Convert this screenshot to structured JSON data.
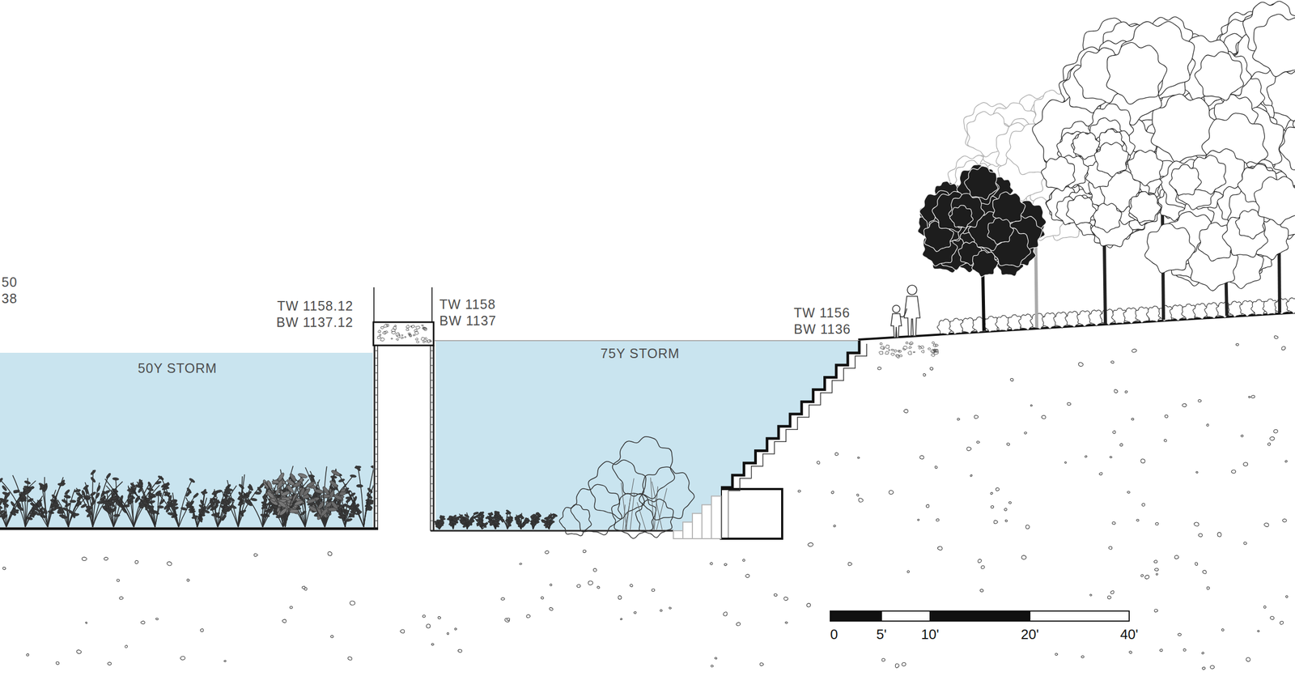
{
  "diagram": {
    "nodes": [
      {
        "text": [
          "50Y STORM"
        ]
      },
      {
        "text": [
          "75Y STORM"
        ]
      }
    ],
    "labels": [
      "50",
      "38",
      "TW 1158.12",
      "BW 1137.12",
      "TW 1158",
      "BW 1137",
      "TW 1156",
      "BW 1136",
      "0",
      "5'",
      "10'",
      "20'",
      "40'"
    ]
  }
}
